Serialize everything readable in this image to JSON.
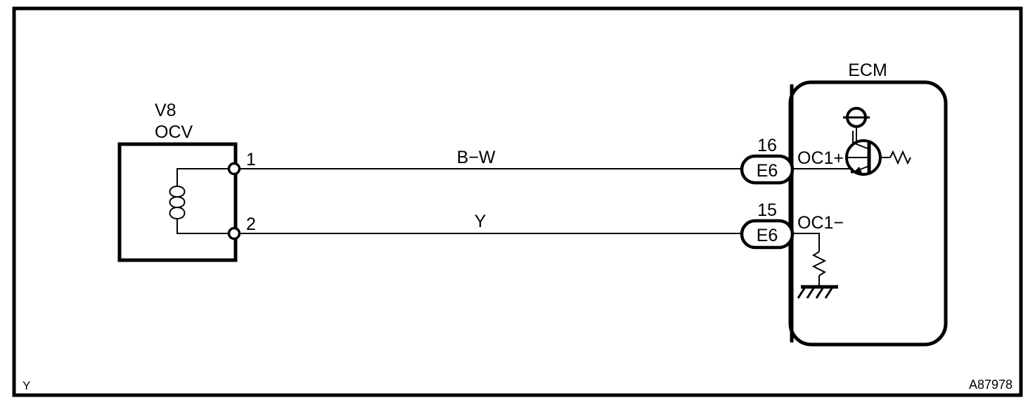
{
  "diagram": {
    "figure_id": "A87978",
    "corner_label": "Y",
    "components": {
      "ocv": {
        "name_line1": "V8",
        "name_line2": "OCV",
        "pin1": "1",
        "pin2": "2",
        "symbol": "solenoid-coil"
      },
      "ecm": {
        "title": "ECM",
        "terminal_plus": "OC1+",
        "terminal_minus": "OC1−",
        "symbols": [
          "power-supply-circle",
          "transistor",
          "resistor",
          "chassis-ground"
        ]
      }
    },
    "connectors": [
      {
        "pin_number": "16",
        "connector_id": "E6",
        "terminal": "OC1+"
      },
      {
        "pin_number": "15",
        "connector_id": "E6",
        "terminal": "OC1−"
      }
    ],
    "wires": [
      {
        "label": "B−W",
        "from_pin": "1",
        "to_pin": "16",
        "color_code": "Black-White"
      },
      {
        "label": "Y",
        "from_pin": "2",
        "to_pin": "15",
        "color_code": "Yellow"
      }
    ],
    "colors": {
      "ink": "#000000",
      "background": "#ffffff"
    }
  }
}
